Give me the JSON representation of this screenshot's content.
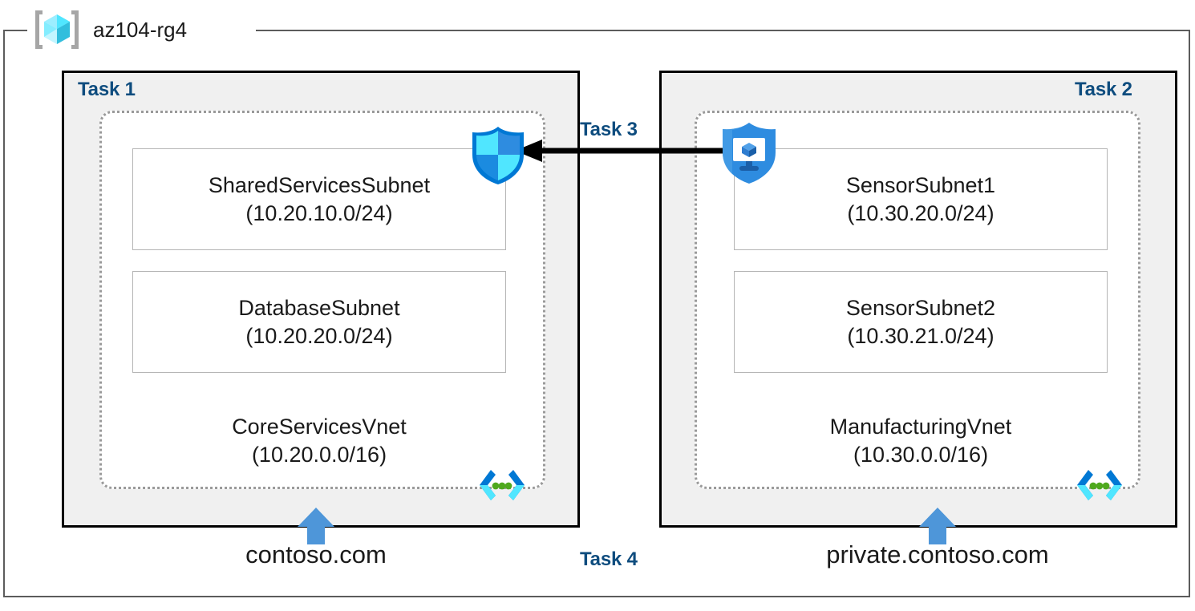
{
  "resource_group": {
    "name": "az104-rg4",
    "icon": "azure-resource-group-cube-icon"
  },
  "tasks": {
    "task1_label": "Task 1",
    "task2_label": "Task 2",
    "task3_label": "Task 3",
    "task4_label": "Task 4"
  },
  "vnets": [
    {
      "id": "core",
      "name": "CoreServicesVnet",
      "cidr": "(10.20.0.0/16)",
      "icon": "virtual-network-icon",
      "subnets": [
        {
          "name": "SharedServicesSubnet",
          "cidr": "(10.20.10.0/24)"
        },
        {
          "name": "DatabaseSubnet",
          "cidr": "(10.20.20.0/24)"
        }
      ]
    },
    {
      "id": "manufacturing",
      "name": "ManufacturingVnet",
      "cidr": "(10.30.0.0/16)",
      "icon": "virtual-network-icon",
      "subnets": [
        {
          "name": "SensorSubnet1",
          "cidr": "(10.30.20.0/24)"
        },
        {
          "name": "SensorSubnet2",
          "cidr": "(10.30.21.0/24)"
        }
      ]
    }
  ],
  "security_icons": {
    "firewall": "shield-icon",
    "bastion": "bastion-shield-monitor-icon"
  },
  "peering": {
    "label": "Task 3",
    "direction": "right-to-left",
    "arrow_icon": "left-arrow-icon"
  },
  "dns": {
    "left_zone": "contoso.com",
    "right_zone": "private.contoso.com",
    "arrow_icon": "up-arrow-icon",
    "label": "Task 4"
  },
  "colors": {
    "task_label": "#0E4C7E",
    "panel_fill": "#F0F0F0",
    "panel_border": "#000000",
    "vnet_border": "#9A9A9A",
    "subnet_border": "#B5B5B5",
    "rg_border": "#5C5C5C",
    "dns_arrow": "#4E96D9",
    "azure_blue": "#0078D4",
    "azure_cyan": "#50E6FF",
    "vnet_dot_green": "#4FA91E"
  }
}
